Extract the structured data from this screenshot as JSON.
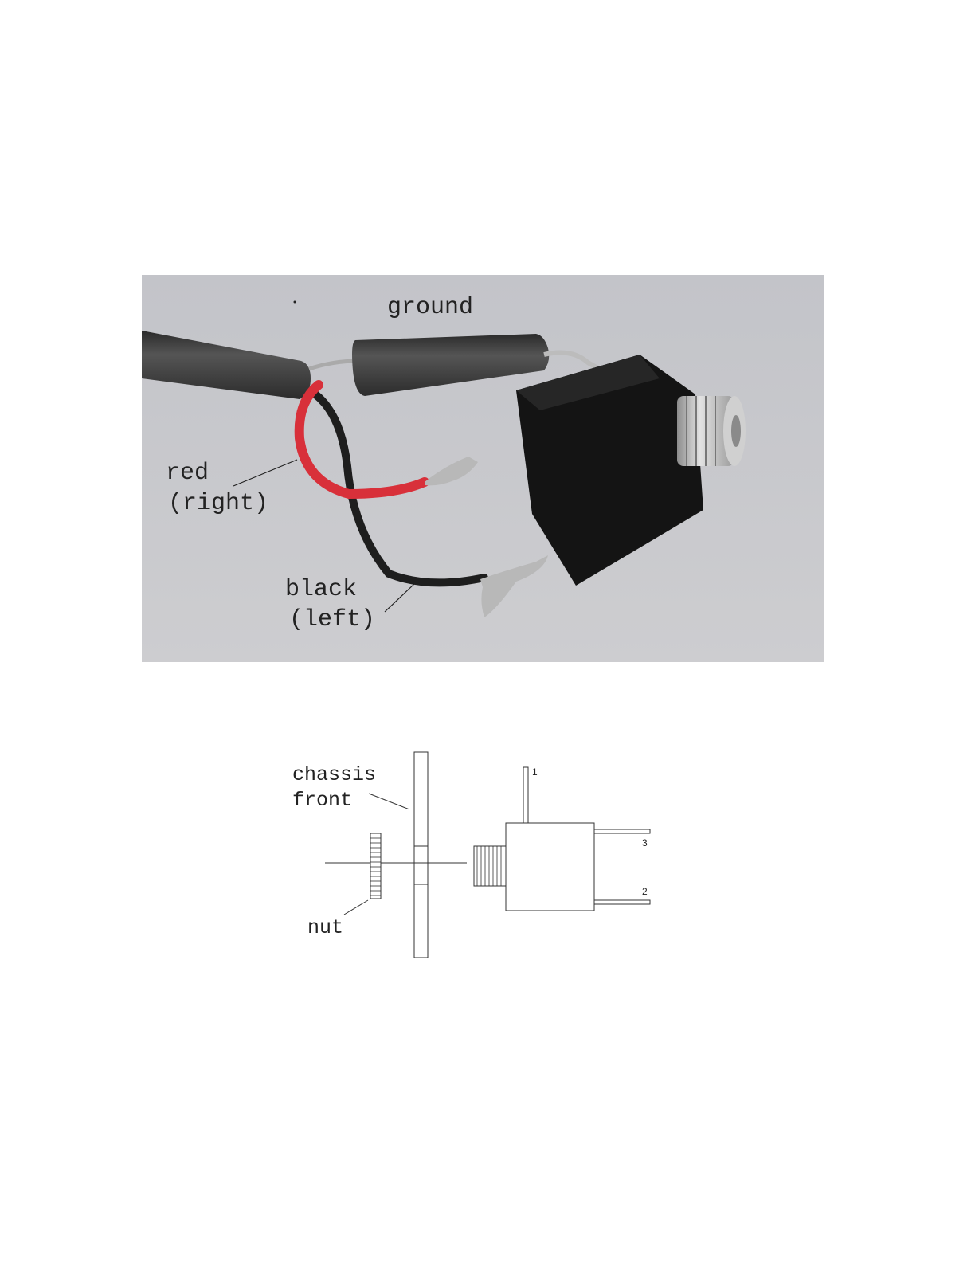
{
  "photo": {
    "labels": {
      "ground": "ground",
      "red_line1": "red",
      "red_line2": "(right)",
      "black_line1": "black",
      "black_line2": "(left)"
    },
    "colors": {
      "background": "#c8c9cd",
      "cable": "#3a3a3a",
      "red_wire": "#d8303a",
      "black_wire": "#1e1e1e",
      "jack_body": "#141414",
      "metal": "#b8b8b8"
    }
  },
  "drawing": {
    "labels": {
      "chassis_line1": "chassis",
      "chassis_line2": "front",
      "nut": "nut",
      "pin1": "1",
      "pin2": "2",
      "pin3": "3"
    }
  }
}
